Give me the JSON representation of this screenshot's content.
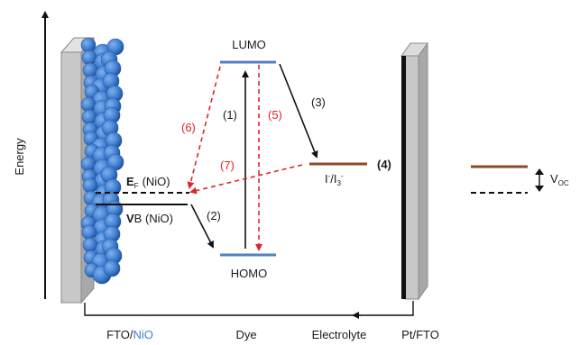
{
  "axis": {
    "energy_label": "Energy"
  },
  "levels": {
    "lumo": "LUMO",
    "homo": "HOMO",
    "ef_letter": "E",
    "ef_sub": "F",
    "ef_suffix": "(NiO)",
    "vb_letter": "V",
    "vb_rest": "B (NiO)",
    "redox_i": "I",
    "redox_sup1": "-",
    "redox_slash": "/I",
    "redox_sub3": "3",
    "redox_sup2": "-",
    "voc_main": "V",
    "voc_sub": "OC"
  },
  "steps": {
    "s1": "(1)",
    "s2": "(2)",
    "s3": "(3)",
    "s4": "(4)",
    "s5": "(5)",
    "s6": "(6)",
    "s7": "(7)"
  },
  "bottom_labels": {
    "fto_prefix": "FTO/",
    "fto_nio": "NiO",
    "dye": "Dye",
    "electrolyte": "Electrolyte",
    "pt_fto": "Pt/FTO"
  },
  "colors": {
    "level_blue": "#4f80c8",
    "level_brown": "#8b4a2a",
    "red_arrow": "#e0242a",
    "nio_blue": "#3f7fd0",
    "electrode_gray": "#c8c8c8",
    "electrode_dark": "#999999"
  }
}
